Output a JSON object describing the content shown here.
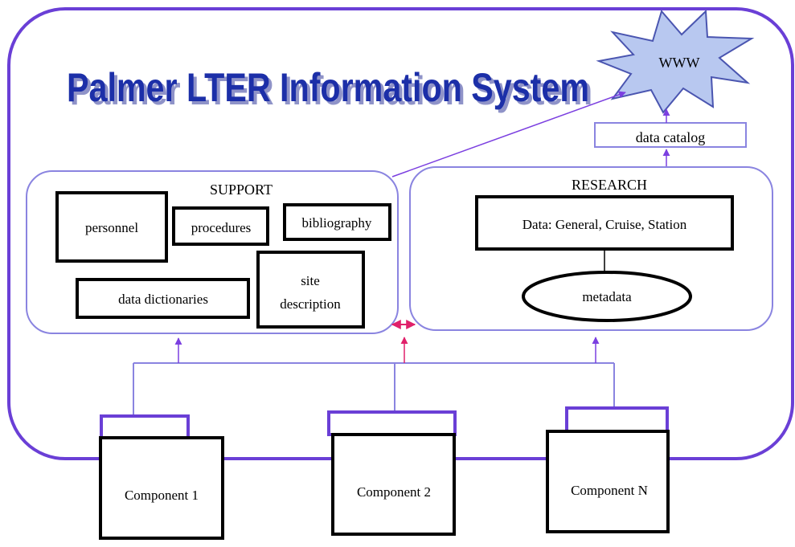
{
  "title": "Palmer LTER Information System",
  "www": "WWW",
  "data_catalog": "data catalog",
  "support": {
    "label": "SUPPORT",
    "personnel": "personnel",
    "procedures": "procedures",
    "bibliography": "bibliography",
    "data_dictionaries": "data dictionaries",
    "site_line1": "site",
    "site_line2": "description"
  },
  "research": {
    "label": "RESEARCH",
    "data": "Data: General, Cruise, Station",
    "metadata": "metadata"
  },
  "components": [
    "Component 1",
    "Component 2",
    "Component N"
  ],
  "colors": {
    "outline": "#6a3fd6",
    "title_fill": "#1c2fa8",
    "title_shadow": "#8f93c8",
    "star_fill": "#b8c8f0",
    "star_stroke": "#4a55b0",
    "panel_stroke": "#8a84e0",
    "arrow": "#7b3fe0",
    "red_arrow": "#e0206a"
  }
}
